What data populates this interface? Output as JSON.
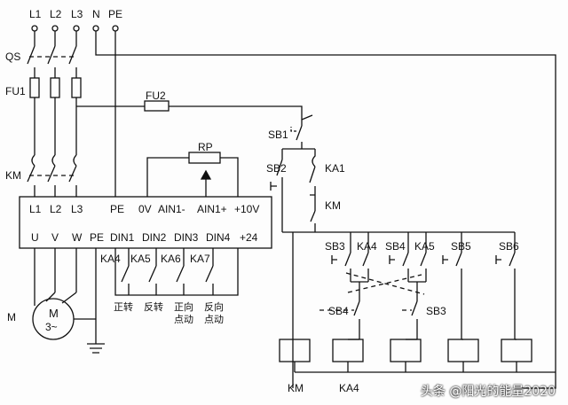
{
  "supply": {
    "l1": "L1",
    "l2": "L2",
    "l3": "L3",
    "n": "N",
    "pe": "PE"
  },
  "devices": {
    "qs": "QS",
    "fu1": "FU1",
    "fu2": "FU2",
    "rp": "RP",
    "km": "KM",
    "m": "M",
    "motor_top": "M",
    "motor_bottom": "3~"
  },
  "inverter": {
    "top_terminals": [
      "L1",
      "L2",
      "L3",
      "PE",
      "0V",
      "AIN1-",
      "AIN1+",
      "+10V"
    ],
    "bottom_terminals": [
      "U",
      "V",
      "W",
      "PE",
      "DIN1",
      "DIN2",
      "DIN3",
      "DIN4",
      "+24"
    ]
  },
  "input_contacts": [
    "KA4",
    "KA5",
    "KA6",
    "KA7"
  ],
  "functions": [
    {
      "line1": "正转",
      "line2": ""
    },
    {
      "line1": "反转",
      "line2": ""
    },
    {
      "line1": "正向",
      "line2": "点动"
    },
    {
      "line1": "反向",
      "line2": "点动"
    }
  ],
  "control": {
    "sb1": "SB1",
    "sb2": "SB2",
    "ka1": "KA1",
    "km_contact": "KM",
    "row_contacts": [
      "SB3",
      "KA4",
      "SB4",
      "KA5",
      "SB5",
      "SB6"
    ],
    "interlock_left": "SB4",
    "interlock_right": "SB3",
    "coil_labels": [
      "KM",
      "KA4"
    ]
  },
  "watermark": "头条 @阳光的能量2020"
}
